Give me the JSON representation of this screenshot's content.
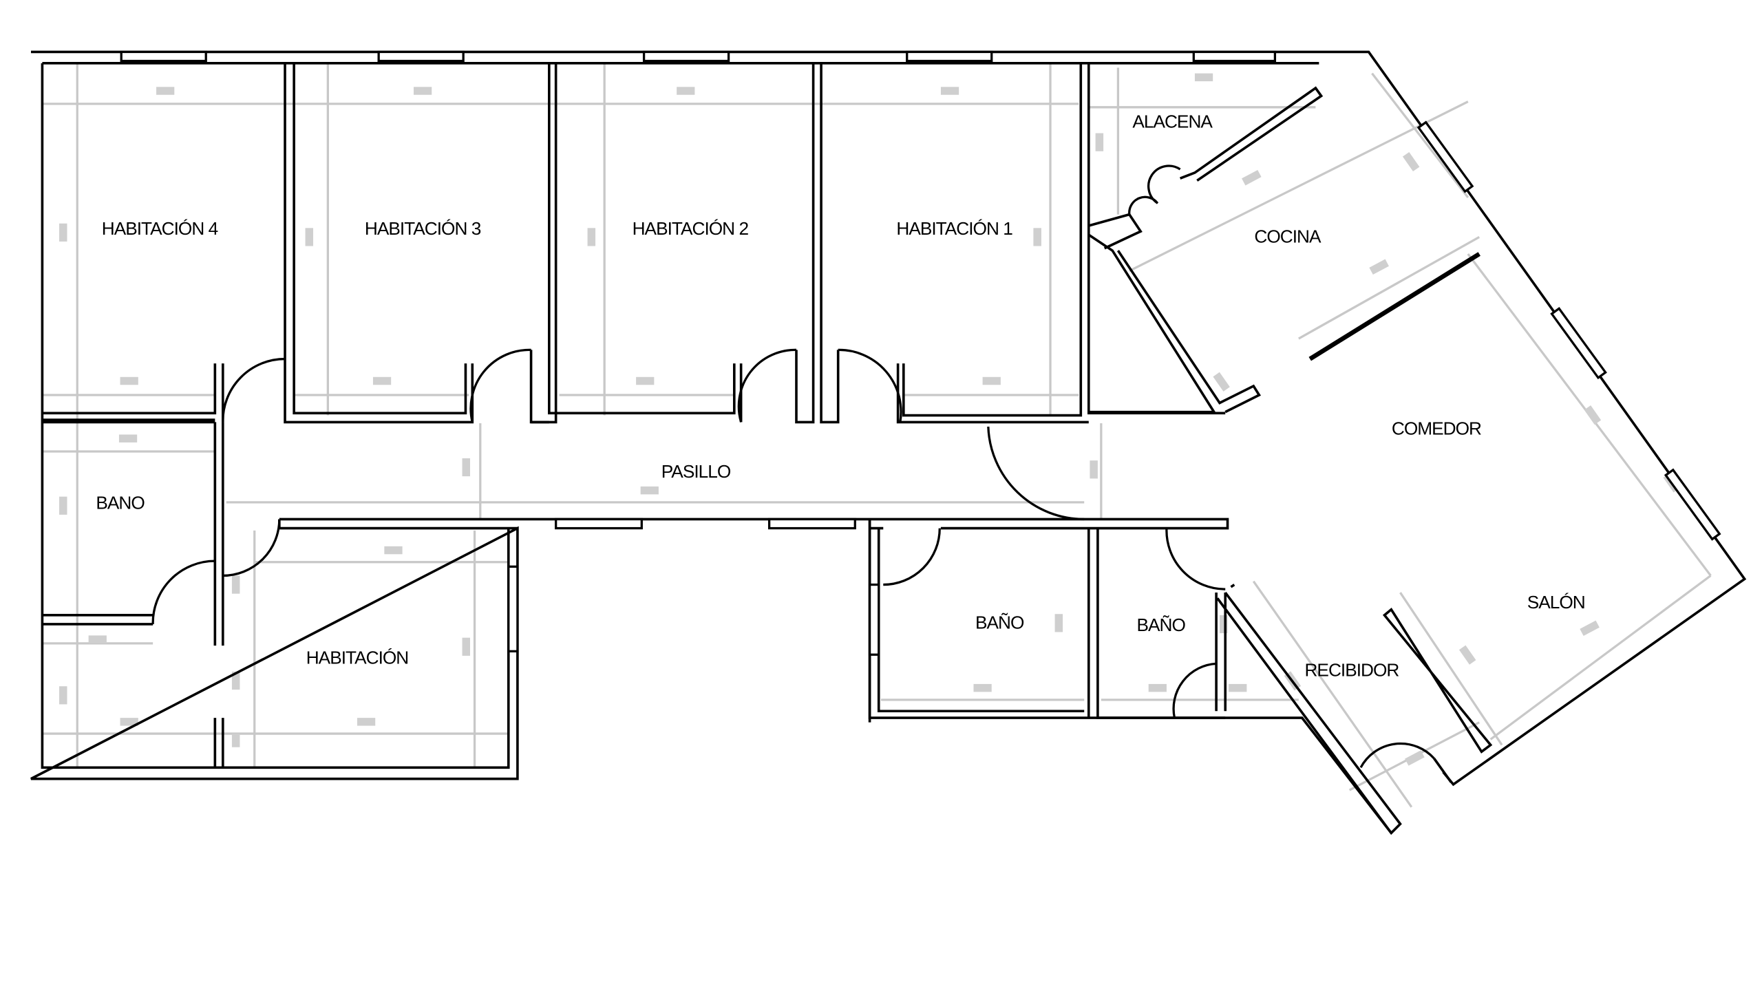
{
  "plan": {
    "rooms": {
      "hab4": "HABITACIÓN 4",
      "hab3": "HABITACIÓN 3",
      "hab2": "HABITACIÓN 2",
      "hab1": "HABITACIÓN 1",
      "alacena": "ALACENA",
      "cocina": "COCINA",
      "comedor": "COMEDOR",
      "pasillo": "PASILLO",
      "bano_left": "BANO",
      "habitacion": "HABITACIÓN",
      "bano_mid": "BAÑO",
      "bano_right": "BAÑO",
      "recibidor": "RECIBIDOR",
      "salon": "SALÓN"
    },
    "colors": {
      "wall": "#000000",
      "dimension": "#c8c8c8",
      "background": "#ffffff"
    }
  }
}
